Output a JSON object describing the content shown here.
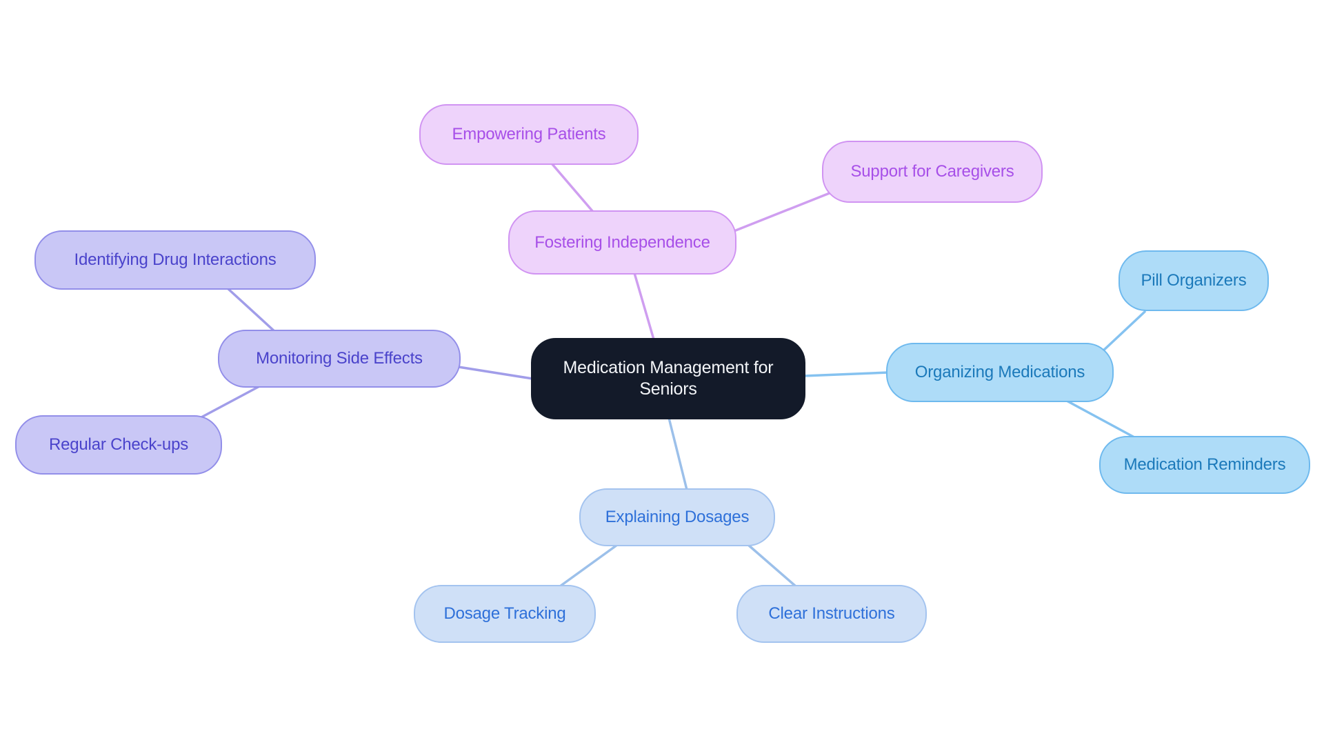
{
  "mindmap": {
    "central": {
      "label": "Medication Management for Seniors"
    },
    "branches": [
      {
        "id": "fostering-independence",
        "label": "Fostering Independence",
        "children": [
          {
            "id": "empowering-patients",
            "label": "Empowering Patients"
          },
          {
            "id": "support-for-caregivers",
            "label": "Support for Caregivers"
          }
        ]
      },
      {
        "id": "monitoring-side-effects",
        "label": "Monitoring Side Effects",
        "children": [
          {
            "id": "identifying-drug-interactions",
            "label": "Identifying Drug Interactions"
          },
          {
            "id": "regular-check-ups",
            "label": "Regular Check-ups"
          }
        ]
      },
      {
        "id": "organizing-medications",
        "label": "Organizing Medications",
        "children": [
          {
            "id": "pill-organizers",
            "label": "Pill Organizers"
          },
          {
            "id": "medication-reminders",
            "label": "Medication Reminders"
          }
        ]
      },
      {
        "id": "explaining-dosages",
        "label": "Explaining Dosages",
        "children": [
          {
            "id": "dosage-tracking",
            "label": "Dosage Tracking"
          },
          {
            "id": "clear-instructions",
            "label": "Clear Instructions"
          }
        ]
      }
    ]
  },
  "colors": {
    "canvas_bg": "#ffffff",
    "central_bg": "#131a29",
    "central_text": "#f3f5f8",
    "purple_bg": "#eed3fb",
    "purple_border": "#d093f2",
    "purple_text": "#a74fe8",
    "purple_line": "#cf9ef0",
    "periwinkle_bg": "#c9c7f6",
    "periwinkle_border": "#928ee9",
    "periwinkle_text": "#4a43cb",
    "periwinkle_line": "#a19de9",
    "cyan_bg": "#aedcf8",
    "cyan_border": "#6eb9ee",
    "cyan_text": "#1b79ba",
    "cyan_line": "#85c2f0",
    "royal_bg": "#cfe0f7",
    "royal_border": "#a3c3ef",
    "royal_text": "#2e70d9",
    "royal_line": "#9cc0ea"
  }
}
